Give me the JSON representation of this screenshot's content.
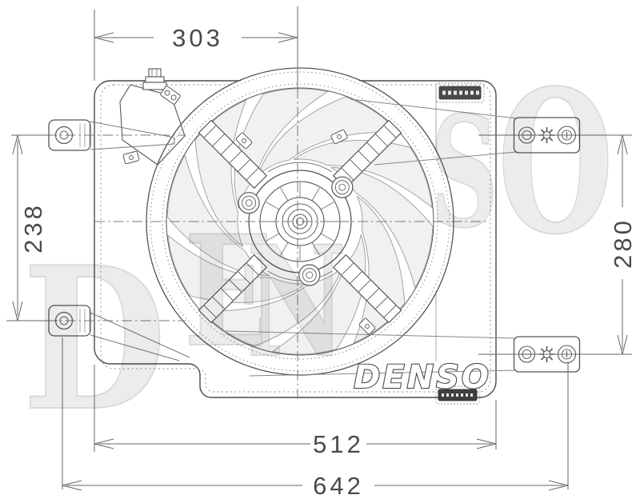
{
  "drawing": {
    "brand": "DENSO",
    "logo_text": "DENSO",
    "watermark": [
      "D",
      "E",
      "N",
      "S",
      "O"
    ],
    "dimensions": {
      "top_width": "303",
      "left_height": "238",
      "right_height": "280",
      "inner_width": "512",
      "overall_width": "642"
    },
    "colors": {
      "line": "#4a4a4a",
      "dim_text": "#4a4a4a",
      "blade_fill": "#efefef",
      "watermark_fill": "#ececec",
      "watermark_stroke": "#d9d9d9"
    }
  }
}
